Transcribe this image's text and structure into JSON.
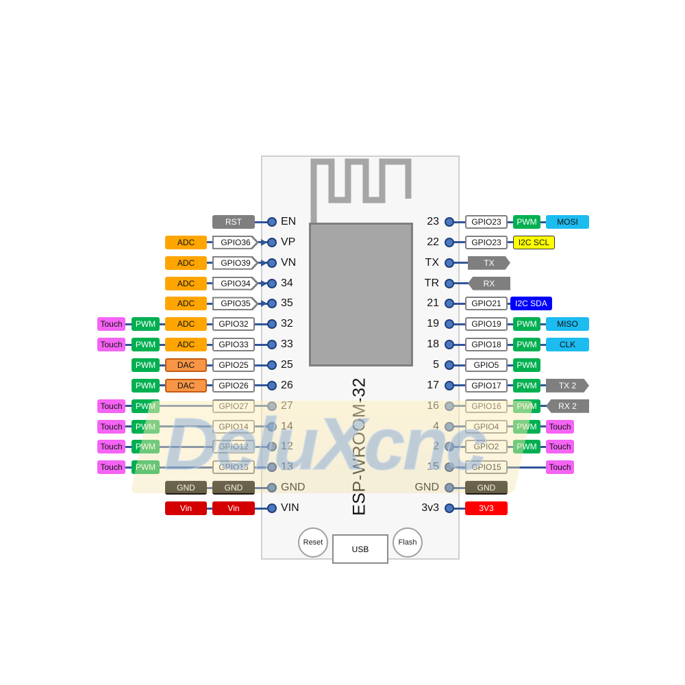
{
  "board": {
    "module_name": "ESP-WROOM-32",
    "reset_label": "Reset",
    "flash_label": "Flash",
    "usb_label": "USB",
    "watermark": "DeluXcnc"
  },
  "left_pins": [
    {
      "pin": "EN",
      "tags": [
        {
          "text": "RST",
          "kind": "gray"
        }
      ]
    },
    {
      "pin": "VP",
      "tags": [
        {
          "text": "GPIO36",
          "kind": "gpio",
          "input_only": true
        },
        {
          "text": "ADC",
          "kind": "adc"
        }
      ]
    },
    {
      "pin": "VN",
      "tags": [
        {
          "text": "GPIO39",
          "kind": "gpio",
          "input_only": true
        },
        {
          "text": "ADC",
          "kind": "adc"
        }
      ]
    },
    {
      "pin": "34",
      "tags": [
        {
          "text": "GPIO34",
          "kind": "gpio",
          "input_only": true
        },
        {
          "text": "ADC",
          "kind": "adc"
        }
      ]
    },
    {
      "pin": "35",
      "tags": [
        {
          "text": "GPIO35",
          "kind": "gpio",
          "input_only": true
        },
        {
          "text": "ADC",
          "kind": "adc"
        }
      ]
    },
    {
      "pin": "32",
      "tags": [
        {
          "text": "GPIO32",
          "kind": "gpio"
        },
        {
          "text": "ADC",
          "kind": "adc"
        },
        {
          "text": "PWM",
          "kind": "pwm"
        },
        {
          "text": "Touch",
          "kind": "touch"
        }
      ]
    },
    {
      "pin": "33",
      "tags": [
        {
          "text": "GPIO33",
          "kind": "gpio"
        },
        {
          "text": "ADC",
          "kind": "adc"
        },
        {
          "text": "PWM",
          "kind": "pwm"
        },
        {
          "text": "Touch",
          "kind": "touch"
        }
      ]
    },
    {
      "pin": "25",
      "tags": [
        {
          "text": "GPIO25",
          "kind": "gpio"
        },
        {
          "text": "DAC",
          "kind": "dac"
        },
        {
          "text": "PWM",
          "kind": "pwm"
        }
      ]
    },
    {
      "pin": "26",
      "tags": [
        {
          "text": "GPIO26",
          "kind": "gpio"
        },
        {
          "text": "DAC",
          "kind": "dac"
        },
        {
          "text": "PWM",
          "kind": "pwm"
        }
      ]
    },
    {
      "pin": "27",
      "tags": [
        {
          "text": "GPIO27",
          "kind": "gpio"
        },
        null,
        {
          "text": "PWM",
          "kind": "pwm"
        },
        {
          "text": "Touch",
          "kind": "touch"
        }
      ]
    },
    {
      "pin": "14",
      "tags": [
        {
          "text": "GPIO14",
          "kind": "gpio"
        },
        null,
        {
          "text": "PWM",
          "kind": "pwm"
        },
        {
          "text": "Touch",
          "kind": "touch"
        }
      ]
    },
    {
      "pin": "12",
      "tags": [
        {
          "text": "GPIO12",
          "kind": "gpio"
        },
        null,
        {
          "text": "PWM",
          "kind": "pwm"
        },
        {
          "text": "Touch",
          "kind": "touch"
        }
      ]
    },
    {
      "pin": "13",
      "tags": [
        {
          "text": "GPIO13",
          "kind": "gpio"
        },
        null,
        {
          "text": "PWM",
          "kind": "pwm"
        },
        {
          "text": "Touch",
          "kind": "touch"
        }
      ]
    },
    {
      "pin": "GND",
      "tags": [
        {
          "text": "GND",
          "kind": "gnd"
        },
        {
          "text": "GND",
          "kind": "gnd"
        }
      ]
    },
    {
      "pin": "VIN",
      "tags": [
        {
          "text": "Vin",
          "kind": "vin"
        },
        {
          "text": "Vin",
          "kind": "vin"
        }
      ]
    }
  ],
  "right_pins": [
    {
      "pin": "23",
      "tags": [
        {
          "text": "GPIO23",
          "kind": "gpio"
        },
        {
          "text": "PWM",
          "kind": "pwm"
        },
        {
          "text": "MOSI",
          "kind": "spi"
        }
      ]
    },
    {
      "pin": "22",
      "tags": [
        {
          "text": "GPIO23",
          "kind": "gpio"
        },
        {
          "text": "I2C SCL",
          "kind": "scl"
        }
      ]
    },
    {
      "pin": "TX",
      "tags": [
        {
          "text": "TX",
          "kind": "gray",
          "direction": "out"
        }
      ]
    },
    {
      "pin": "TR",
      "tags": [
        {
          "text": "RX",
          "kind": "gray",
          "direction": "in"
        }
      ]
    },
    {
      "pin": "21",
      "tags": [
        {
          "text": "GPIO21",
          "kind": "gpio"
        },
        {
          "text": "I2C SDA",
          "kind": "sda"
        }
      ]
    },
    {
      "pin": "19",
      "tags": [
        {
          "text": "GPIO19",
          "kind": "gpio"
        },
        {
          "text": "PWM",
          "kind": "pwm"
        },
        {
          "text": "MISO",
          "kind": "spi"
        }
      ]
    },
    {
      "pin": "18",
      "tags": [
        {
          "text": "GPIO18",
          "kind": "gpio"
        },
        {
          "text": "PWM",
          "kind": "pwm"
        },
        {
          "text": "CLK",
          "kind": "spi"
        }
      ]
    },
    {
      "pin": "5",
      "tags": [
        {
          "text": "GPIO5",
          "kind": "gpio"
        },
        {
          "text": "PWM",
          "kind": "pwm"
        }
      ]
    },
    {
      "pin": "17",
      "tags": [
        {
          "text": "GPIO17",
          "kind": "gpio"
        },
        {
          "text": "PWM",
          "kind": "pwm"
        },
        {
          "text": "TX 2",
          "kind": "gray",
          "direction": "out"
        }
      ]
    },
    {
      "pin": "16",
      "tags": [
        {
          "text": "GPIO16",
          "kind": "gpio"
        },
        {
          "text": "PWM",
          "kind": "pwm"
        },
        {
          "text": "RX 2",
          "kind": "gray",
          "direction": "in"
        }
      ]
    },
    {
      "pin": "4",
      "tags": [
        {
          "text": "GPIO4",
          "kind": "gpio"
        },
        {
          "text": "PWM",
          "kind": "pwm"
        },
        {
          "text": "Touch",
          "kind": "touch"
        }
      ]
    },
    {
      "pin": "2",
      "tags": [
        {
          "text": "GPIO2",
          "kind": "gpio"
        },
        {
          "text": "PWM",
          "kind": "pwm"
        },
        {
          "text": "Touch",
          "kind": "touch"
        }
      ]
    },
    {
      "pin": "15",
      "tags": [
        {
          "text": "GPIO15",
          "kind": "gpio"
        },
        null,
        {
          "text": "Touch",
          "kind": "touch"
        }
      ]
    },
    {
      "pin": "GND",
      "tags": [
        {
          "text": "GND",
          "kind": "gnd"
        }
      ]
    },
    {
      "pin": "3v3",
      "tags": [
        {
          "text": "3V3",
          "kind": "v33"
        }
      ]
    }
  ],
  "colors": {
    "wire": "#2f5597",
    "pwm": "#00b050",
    "adc": "#ffa500",
    "touch": "#f564f5",
    "spi": "#1cbcf0"
  }
}
